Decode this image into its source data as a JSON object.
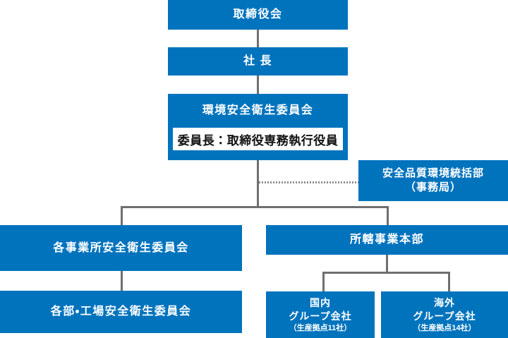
{
  "diagram": {
    "title": "safety-and-health-organization-chart",
    "colors": {
      "node_fill": "#0073bd",
      "node_text": "#ffffff",
      "chair_fill": "#ffffff",
      "chair_text": "#111111",
      "connector_solid": "#6f6f6f",
      "connector_dotted": "#8c8c8c",
      "background": "#ffffff"
    },
    "nodes": {
      "board": {
        "label": "取締役会"
      },
      "president": {
        "label": "社 長"
      },
      "committee": {
        "label": "環境安全衛生委員会",
        "chair": "委員長：取締役専務執行役員"
      },
      "secretariat": {
        "line1": "安全品質環境統括部",
        "line2": "（事務局）"
      },
      "site_committee": {
        "label": "各事業所安全衛生委員会"
      },
      "dept_factory_committee": {
        "label": "各部・工場安全衛生委員会"
      },
      "division_hq": {
        "label": "所轄事業本部"
      },
      "domestic_group": {
        "line1": "国内",
        "line2": "グループ会社",
        "line3": "（生産拠点11社）"
      },
      "overseas_group": {
        "line1": "海外",
        "line2": "グループ会社",
        "line3": "（生産拠点14社）"
      }
    }
  }
}
